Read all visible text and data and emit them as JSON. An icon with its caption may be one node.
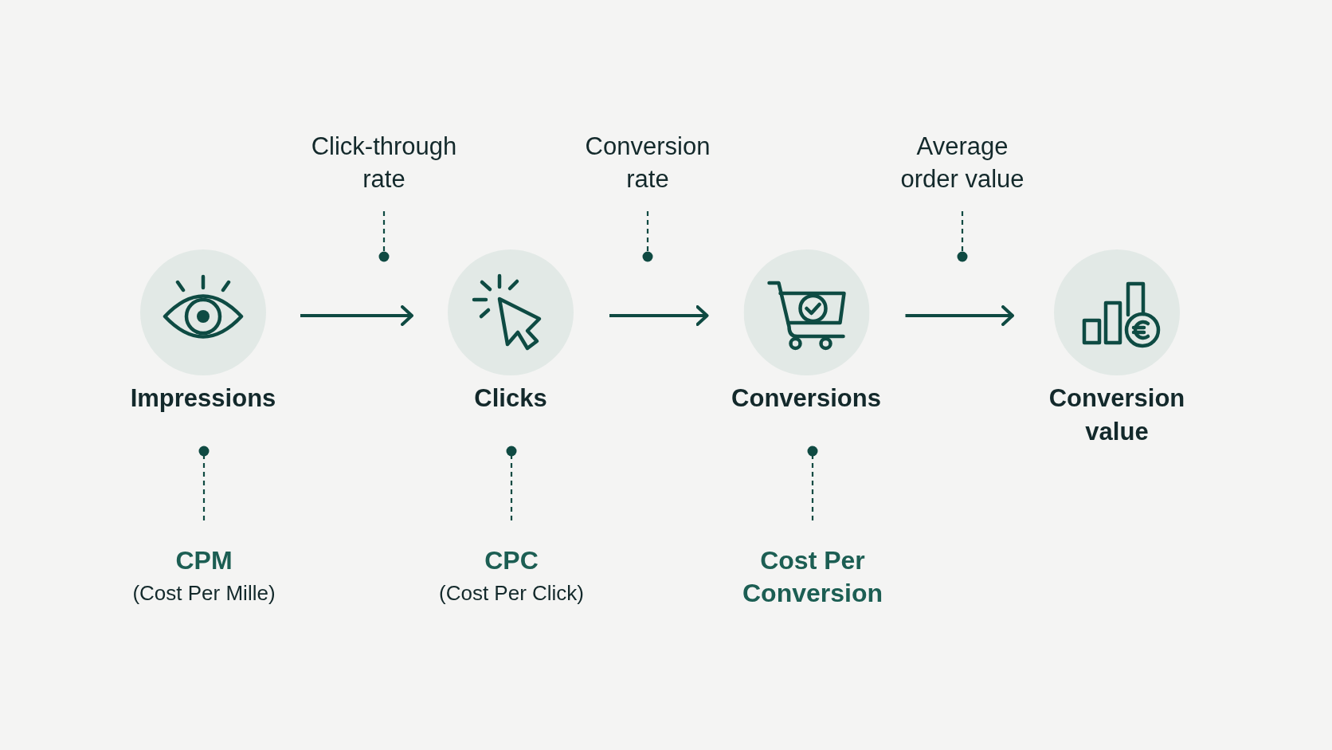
{
  "diagram": {
    "nodes": [
      {
        "text": [
          "Click-through rate"
        ]
      },
      {
        "text": [
          "Conversion rate"
        ]
      },
      {
        "text": [
          "Average order value"
        ]
      },
      {
        "text": [
          "Impressions"
        ]
      },
      {
        "text": [
          "Clicks"
        ]
      },
      {
        "text": [
          "Conversions"
        ]
      },
      {
        "text": [
          "Conversion value"
        ]
      },
      {
        "text": [
          "CPM",
          "(Cost Per Mille)"
        ]
      },
      {
        "text": [
          "CPC",
          "(Cost Per Click)"
        ]
      },
      {
        "text": [
          "Cost Per Conversion"
        ]
      }
    ],
    "edges": [
      {
        "from": 3,
        "to": 4,
        "arrow": "to"
      },
      {
        "from": 4,
        "to": 5,
        "arrow": "to"
      },
      {
        "from": 5,
        "to": 6,
        "arrow": "to"
      },
      {
        "from": 0,
        "to": null,
        "arrow": "other",
        "style": "dashed"
      },
      {
        "from": 1,
        "to": null,
        "arrow": "other",
        "style": "dashed"
      },
      {
        "from": 2,
        "to": null,
        "arrow": "other",
        "style": "dashed"
      },
      {
        "from": 7,
        "to": 3,
        "arrow": "other",
        "style": "dashed"
      },
      {
        "from": 8,
        "to": 4,
        "arrow": "other",
        "style": "dashed"
      },
      {
        "from": 9,
        "to": 5,
        "arrow": "other",
        "style": "dashed"
      }
    ]
  }
}
